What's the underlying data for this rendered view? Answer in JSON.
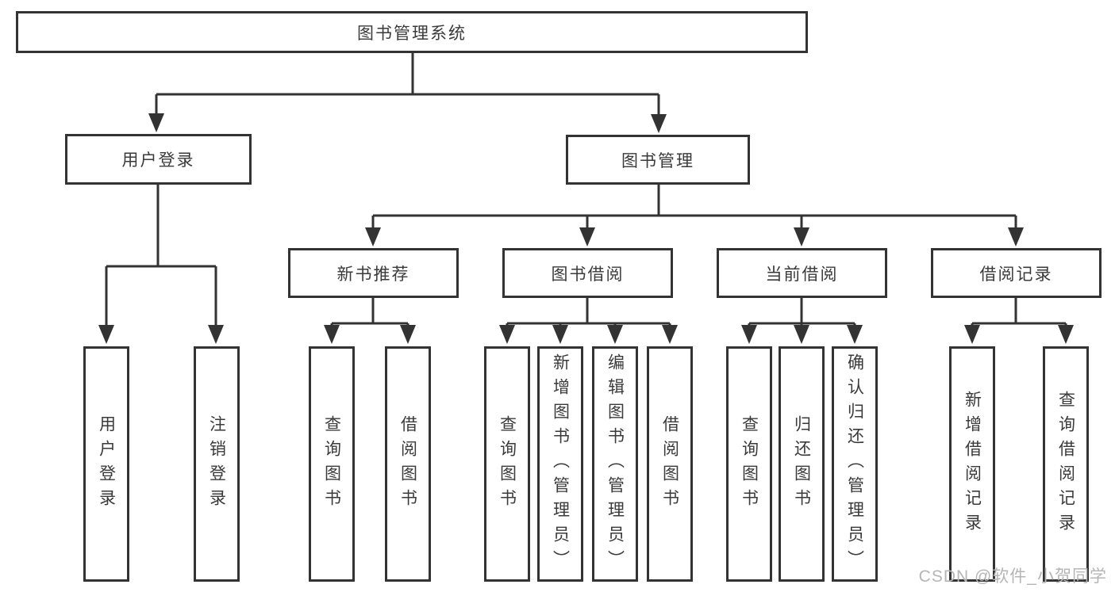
{
  "diagram": {
    "root": {
      "label": "图书管理系统"
    },
    "level2": {
      "user_login": {
        "label": "用户登录"
      },
      "book_mgmt": {
        "label": "图书管理"
      }
    },
    "level3": {
      "new_book_rec": {
        "label": "新书推荐"
      },
      "book_borrow": {
        "label": "图书借阅"
      },
      "current_borrow": {
        "label": "当前借阅"
      },
      "borrow_records": {
        "label": "借阅记录"
      }
    },
    "leaves": {
      "user_login": {
        "label": "用户登录"
      },
      "logout": {
        "label": "注销登录"
      },
      "rec_query_book": {
        "label": "查询图书"
      },
      "rec_borrow_book": {
        "label": "借阅图书"
      },
      "bb_query_book": {
        "label": "查询图书"
      },
      "bb_add_book": {
        "label": "新增图书（管理员）"
      },
      "bb_edit_book": {
        "label": "编辑图书（管理员）"
      },
      "bb_borrow_book": {
        "label": "借阅图书"
      },
      "cb_query_book": {
        "label": "查询图书"
      },
      "cb_return_book": {
        "label": "归还图书"
      },
      "cb_confirm_return": {
        "label": "确认归还（管理员）"
      },
      "br_add_record": {
        "label": "新增借阅记录"
      },
      "br_query_record": {
        "label": "查询借阅记录"
      }
    },
    "hierarchy": {
      "图书管理系统": [
        "用户登录",
        "图书管理"
      ],
      "用户登录": [
        "用户登录",
        "注销登录"
      ],
      "图书管理": [
        "新书推荐",
        "图书借阅",
        "当前借阅",
        "借阅记录"
      ],
      "新书推荐": [
        "查询图书",
        "借阅图书"
      ],
      "图书借阅": [
        "查询图书",
        "新增图书（管理员）",
        "编辑图书（管理员）",
        "借阅图书"
      ],
      "当前借阅": [
        "查询图书",
        "归还图书",
        "确认归还（管理员）"
      ],
      "借阅记录": [
        "新增借阅记录",
        "查询借阅记录"
      ]
    }
  },
  "watermark": {
    "text": "CSDN @软件_小贺同学"
  },
  "colors": {
    "line": "#333333",
    "text": "#3a3a3a",
    "box_background": "#ffffff",
    "page_background": "#ffffff",
    "watermark": "#b5b5b5"
  }
}
